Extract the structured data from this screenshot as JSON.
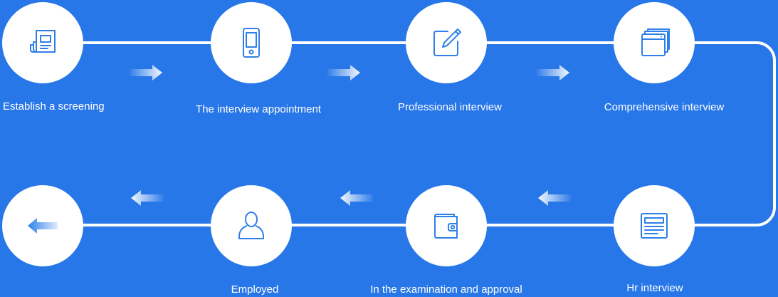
{
  "colors": {
    "background": "#2877e8",
    "circle": "#ffffff",
    "icon": "#2f7fe9",
    "track": "#ffffff"
  },
  "steps": [
    {
      "label": "Establish a screening",
      "icon": "document-icon"
    },
    {
      "label": "The interview appointment",
      "icon": "phone-icon"
    },
    {
      "label": "Professional interview",
      "icon": "pen-icon"
    },
    {
      "label": "Comprehensive interview",
      "icon": "window-icon"
    },
    {
      "label": "Hr interview",
      "icon": "newspaper-icon"
    },
    {
      "label": "In the examination and approval",
      "icon": "wallet-icon"
    },
    {
      "label": "Employed",
      "icon": "user-icon"
    },
    {
      "label": "",
      "icon": "back-arrow-icon"
    }
  ]
}
